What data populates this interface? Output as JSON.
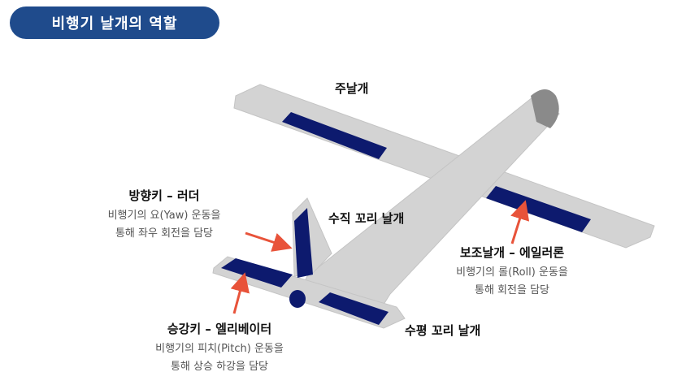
{
  "header": {
    "title": "비행기 날개의 역할"
  },
  "labels": {
    "main_wing": "주날개",
    "vertical_tail": "수직 꼬리 날개",
    "horizontal_tail": "수평 꼬리 날개"
  },
  "callouts": {
    "rudder": {
      "title": "방향키 – 러더",
      "line1": "비행기의 요(Yaw) 운동을",
      "line2": "통해 좌우 회전을 담당"
    },
    "aileron": {
      "title": "보조날개 – 에일러론",
      "line1": "비행기의 롤(Roll) 운동을",
      "line2": "통해 회전을 담당"
    },
    "elevator": {
      "title": "승강키 – 엘리베이터",
      "line1": "비행기의 피치(Pitch) 운동을",
      "line2": "통해 상승 하강을 담당"
    }
  },
  "colors": {
    "title_bg": "#1f4b8c",
    "airframe": "#d3d3d3",
    "airframe_edge": "#bdbdbd",
    "control_surface": "#0d1a6e",
    "arrow": "#e8533a"
  }
}
